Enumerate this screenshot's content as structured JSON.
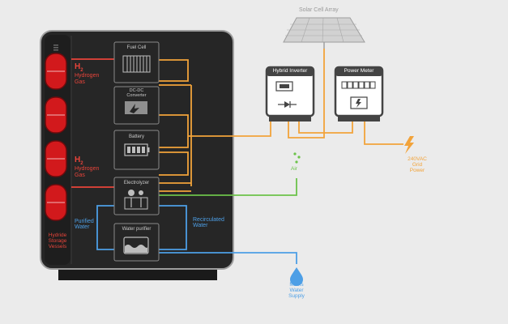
{
  "solar": {
    "label": "Solar Cell Array"
  },
  "inverter": {
    "title": "Hybrid Inverter"
  },
  "meter": {
    "title": "Power Meter"
  },
  "grid": {
    "voltage": "240VAC",
    "line1": "Grid",
    "line2": "Power"
  },
  "air": {
    "label": "Air"
  },
  "mains": {
    "line1": "Mains",
    "line2": "Water",
    "line3": "Supply"
  },
  "h2_top": {
    "symbol": "H",
    "sub": "2",
    "line1": "Hydrogen",
    "line2": "Gas"
  },
  "h2_mid": {
    "symbol": "H",
    "sub": "2",
    "line1": "Hydrogen",
    "line2": "Gas"
  },
  "storage": {
    "line1": "Hydride",
    "line2": "Storage",
    "line3": "Vessels"
  },
  "purified": {
    "line1": "Purified",
    "line2": "Water"
  },
  "recirc": {
    "line1": "Recirculated",
    "line2": "Water"
  },
  "modules": {
    "fuel_cell": "Fuel Cell",
    "dcdc_1": "DC-DC",
    "dcdc_2": "Converter",
    "battery": "Battery",
    "electrolyzer": "Electrolyzer",
    "water_purifier": "Water purifier"
  },
  "colors": {
    "hydrogen": "#e8443a",
    "power": "#f2a33a",
    "water": "#4d9fe6",
    "air": "#6cc24a",
    "cabinet": "#262626"
  }
}
